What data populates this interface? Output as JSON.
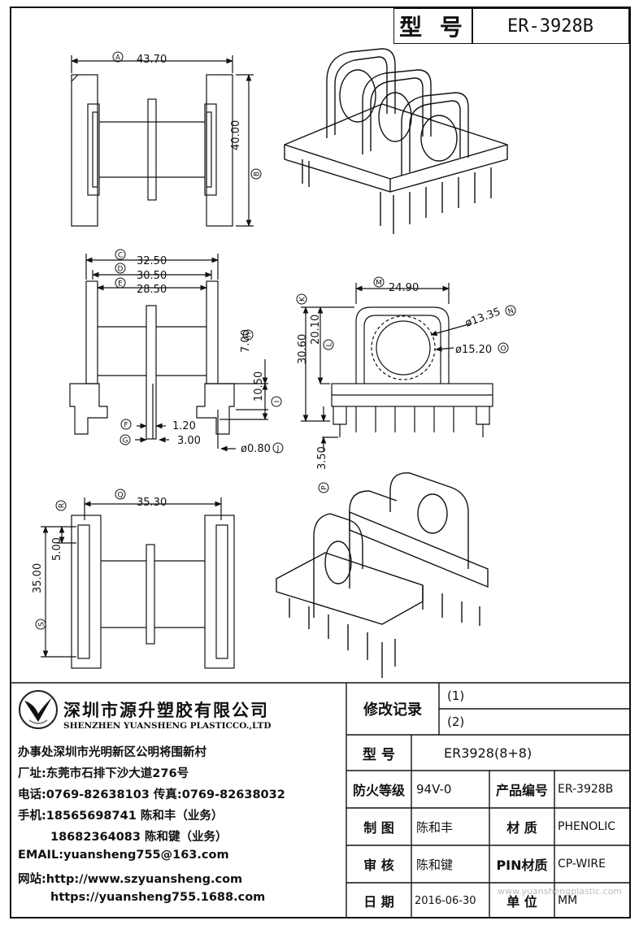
{
  "header": {
    "model_label": "型 号",
    "model_value": "ER-3928B"
  },
  "dimensions": {
    "A": {
      "marker": "A",
      "value": "43.70"
    },
    "B": {
      "marker": "B",
      "value": "40.00"
    },
    "C": {
      "marker": "C",
      "value": "32.50"
    },
    "D": {
      "marker": "D",
      "value": "30.50"
    },
    "E": {
      "marker": "E",
      "value": "28.50"
    },
    "F": {
      "marker": "F",
      "value": "1.20"
    },
    "G": {
      "marker": "G",
      "value": "3.00"
    },
    "H": {
      "marker": "H",
      "value": "7.00"
    },
    "I": {
      "marker": "I",
      "value": "10.50"
    },
    "J": {
      "marker": "J",
      "value": "ø0.80"
    },
    "K": {
      "marker": "K",
      "value": "30.60"
    },
    "L": {
      "marker": "L",
      "value": "20.10"
    },
    "M": {
      "marker": "M",
      "value": "24.90"
    },
    "N": {
      "marker": "N",
      "value": "ø13.35"
    },
    "O": {
      "marker": "O",
      "value": "ø15.20"
    },
    "P": {
      "marker": "P",
      "value": "3.50"
    },
    "Q": {
      "marker": "Q",
      "value": "35.30"
    },
    "R": {
      "marker": "R",
      "value": "5.00"
    },
    "S": {
      "marker": "S",
      "value": "35.00"
    }
  },
  "company": {
    "name_cn": "深圳市源升塑胶有限公司",
    "name_en": "SHENZHEN YUANSHENG PLASTICCO.,LTD",
    "office": "办事处深圳市光明新区公明将围新村",
    "factory": "厂址:东莞市石排下沙大道276号",
    "phone": "电话:0769-82638103 传真:0769-82638032",
    "mobile1": "手机:18565698741 陈和丰（业务）",
    "mobile2": "18682364083 陈和键（业务）",
    "email": "EMAIL:yuansheng755@163.com",
    "website1": "网站:http://www.szyuansheng.com",
    "website2": "https://yuansheng755.1688.com"
  },
  "revision": {
    "label": "修改记录",
    "rows": [
      "(1)",
      "(2)"
    ]
  },
  "spec": {
    "model_label": "型 号",
    "model_value": "ER3928(8+8)",
    "fire_label": "防火等级",
    "fire_value": "94V-0",
    "product_no_label": "产品编号",
    "product_no_value": "ER-3928B",
    "drawn_label": "制 图",
    "drawn_value": "陈和丰",
    "material_label": "材 质",
    "material_value": "PHENOLIC",
    "review_label": "审 核",
    "review_value": "陈和键",
    "pin_label": "PIN材质",
    "pin_value": "CP-WIRE",
    "date_label": "日 期",
    "date_value": "2016-06-30",
    "unit_label": "单 位",
    "unit_value": "MM"
  },
  "watermark": "www.yuanshengplastic.com"
}
